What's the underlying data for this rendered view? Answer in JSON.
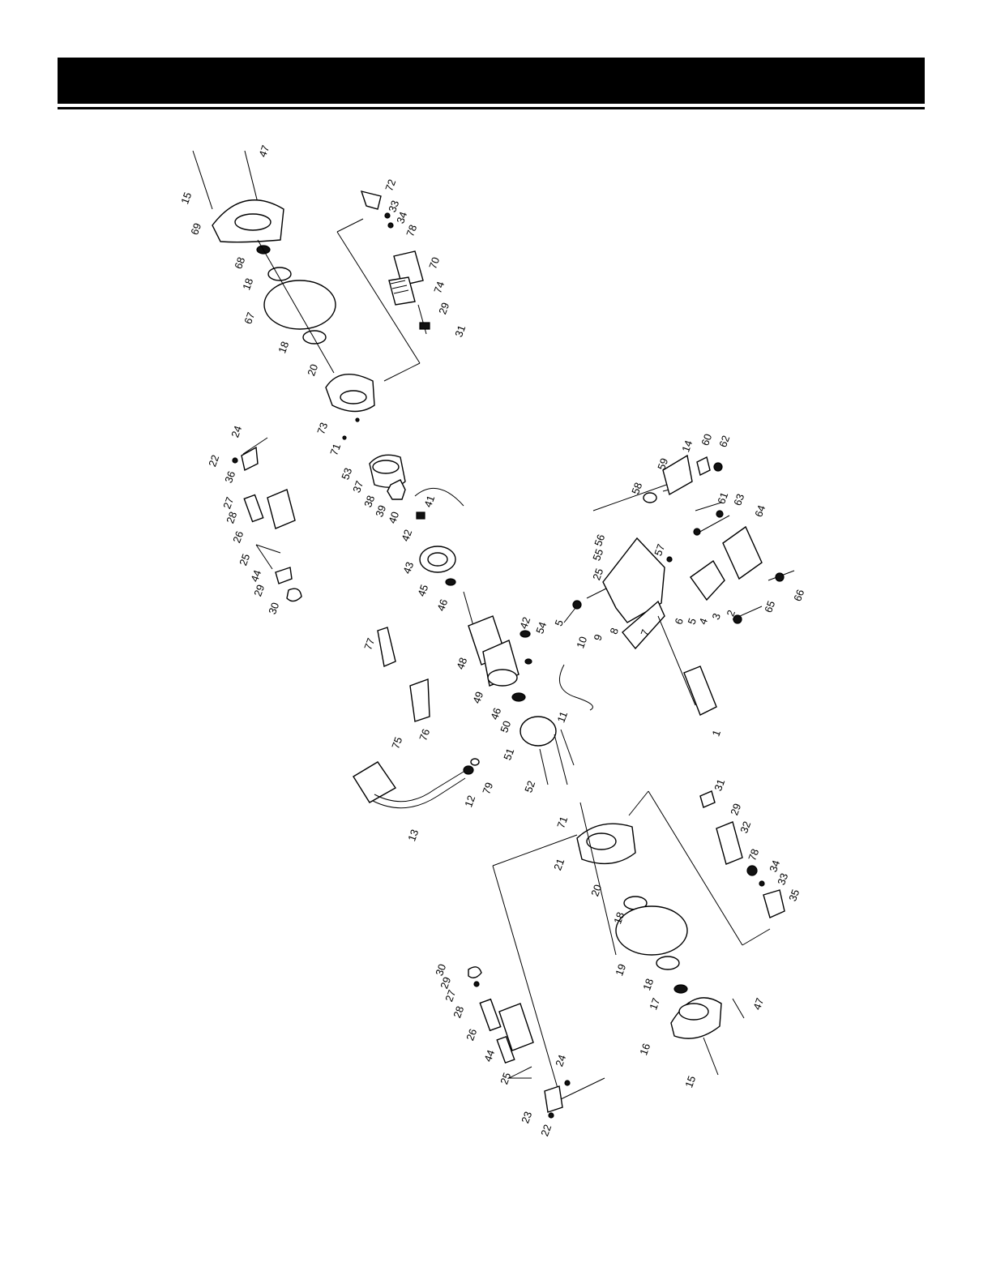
{
  "callouts": [
    {
      "id": "c47a",
      "text": "47"
    },
    {
      "id": "c15a",
      "text": "15"
    },
    {
      "id": "c69",
      "text": "69"
    },
    {
      "id": "c68",
      "text": "68"
    },
    {
      "id": "c18a",
      "text": "18"
    },
    {
      "id": "c67",
      "text": "67"
    },
    {
      "id": "c18b",
      "text": "18"
    },
    {
      "id": "c20a",
      "text": "20"
    },
    {
      "id": "c73",
      "text": "73"
    },
    {
      "id": "c71a",
      "text": "71"
    },
    {
      "id": "c72",
      "text": "72"
    },
    {
      "id": "c33a",
      "text": "33"
    },
    {
      "id": "c34a",
      "text": "34"
    },
    {
      "id": "c78a",
      "text": "78"
    },
    {
      "id": "c70",
      "text": "70"
    },
    {
      "id": "c74",
      "text": "74"
    },
    {
      "id": "c29a",
      "text": "29"
    },
    {
      "id": "c31a",
      "text": "31"
    },
    {
      "id": "c24a",
      "text": "24"
    },
    {
      "id": "c22a",
      "text": "22"
    },
    {
      "id": "c36",
      "text": "36"
    },
    {
      "id": "c27a",
      "text": "27"
    },
    {
      "id": "c28a",
      "text": "28"
    },
    {
      "id": "c26a",
      "text": "26"
    },
    {
      "id": "c25a",
      "text": "25"
    },
    {
      "id": "c44a",
      "text": "44"
    },
    {
      "id": "c29b",
      "text": "29"
    },
    {
      "id": "c30a",
      "text": "30"
    },
    {
      "id": "c53",
      "text": "53"
    },
    {
      "id": "c37",
      "text": "37"
    },
    {
      "id": "c38",
      "text": "38"
    },
    {
      "id": "c39",
      "text": "39"
    },
    {
      "id": "c40",
      "text": "40"
    },
    {
      "id": "c41",
      "text": "41"
    },
    {
      "id": "c42a",
      "text": "42"
    },
    {
      "id": "c43",
      "text": "43"
    },
    {
      "id": "c45",
      "text": "45"
    },
    {
      "id": "c46a",
      "text": "46"
    },
    {
      "id": "c48",
      "text": "48"
    },
    {
      "id": "c49",
      "text": "49"
    },
    {
      "id": "c42b",
      "text": "42"
    },
    {
      "id": "c54",
      "text": "54"
    },
    {
      "id": "c5a",
      "text": "5"
    },
    {
      "id": "c10",
      "text": "10"
    },
    {
      "id": "c9",
      "text": "9"
    },
    {
      "id": "c8",
      "text": "8"
    },
    {
      "id": "c46b",
      "text": "46"
    },
    {
      "id": "c50",
      "text": "50"
    },
    {
      "id": "c11",
      "text": "11"
    },
    {
      "id": "c51",
      "text": "51"
    },
    {
      "id": "c52",
      "text": "52"
    },
    {
      "id": "c77",
      "text": "77"
    },
    {
      "id": "c75",
      "text": "75"
    },
    {
      "id": "c76",
      "text": "76"
    },
    {
      "id": "c12",
      "text": "12"
    },
    {
      "id": "c79",
      "text": "79"
    },
    {
      "id": "c13",
      "text": "13"
    },
    {
      "id": "c58",
      "text": "58"
    },
    {
      "id": "c59",
      "text": "59"
    },
    {
      "id": "c14",
      "text": "14"
    },
    {
      "id": "c60",
      "text": "60"
    },
    {
      "id": "c62",
      "text": "62"
    },
    {
      "id": "c61",
      "text": "61"
    },
    {
      "id": "c63",
      "text": "63"
    },
    {
      "id": "c64",
      "text": "64"
    },
    {
      "id": "c55",
      "text": "55"
    },
    {
      "id": "c56",
      "text": "56"
    },
    {
      "id": "c25b",
      "text": "25"
    },
    {
      "id": "c57",
      "text": "57"
    },
    {
      "id": "c7",
      "text": "7"
    },
    {
      "id": "c6",
      "text": "6"
    },
    {
      "id": "c5b",
      "text": "5"
    },
    {
      "id": "c4",
      "text": "4"
    },
    {
      "id": "c3",
      "text": "3"
    },
    {
      "id": "c2",
      "text": "2"
    },
    {
      "id": "c65",
      "text": "65"
    },
    {
      "id": "c66",
      "text": "66"
    },
    {
      "id": "c1",
      "text": "1"
    },
    {
      "id": "c71b",
      "text": "71"
    },
    {
      "id": "c21",
      "text": "21"
    },
    {
      "id": "c20b",
      "text": "20"
    },
    {
      "id": "c18c",
      "text": "18"
    },
    {
      "id": "c19",
      "text": "19"
    },
    {
      "id": "c18d",
      "text": "18"
    },
    {
      "id": "c17",
      "text": "17"
    },
    {
      "id": "c16",
      "text": "16"
    },
    {
      "id": "c15b",
      "text": "15"
    },
    {
      "id": "c47b",
      "text": "47"
    },
    {
      "id": "c31b",
      "text": "31"
    },
    {
      "id": "c29c",
      "text": "29"
    },
    {
      "id": "c32",
      "text": "32"
    },
    {
      "id": "c78b",
      "text": "78"
    },
    {
      "id": "c34b",
      "text": "34"
    },
    {
      "id": "c33b",
      "text": "33"
    },
    {
      "id": "c35",
      "text": "35"
    },
    {
      "id": "c30b",
      "text": "30"
    },
    {
      "id": "c29d",
      "text": "29"
    },
    {
      "id": "c27b",
      "text": "27"
    },
    {
      "id": "c28b",
      "text": "28"
    },
    {
      "id": "c26b",
      "text": "26"
    },
    {
      "id": "c44b",
      "text": "44"
    },
    {
      "id": "c25c",
      "text": "25"
    },
    {
      "id": "c24b",
      "text": "24"
    },
    {
      "id": "c23",
      "text": "23"
    },
    {
      "id": "c22b",
      "text": "22"
    }
  ]
}
